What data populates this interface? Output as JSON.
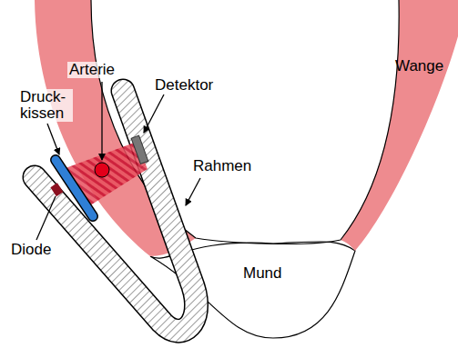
{
  "diagram": {
    "labels": [
      "Arterie",
      "Druck- kissen",
      "Detektor",
      "Wange",
      "Rahmen",
      "Diode",
      "Mund"
    ]
  }
}
